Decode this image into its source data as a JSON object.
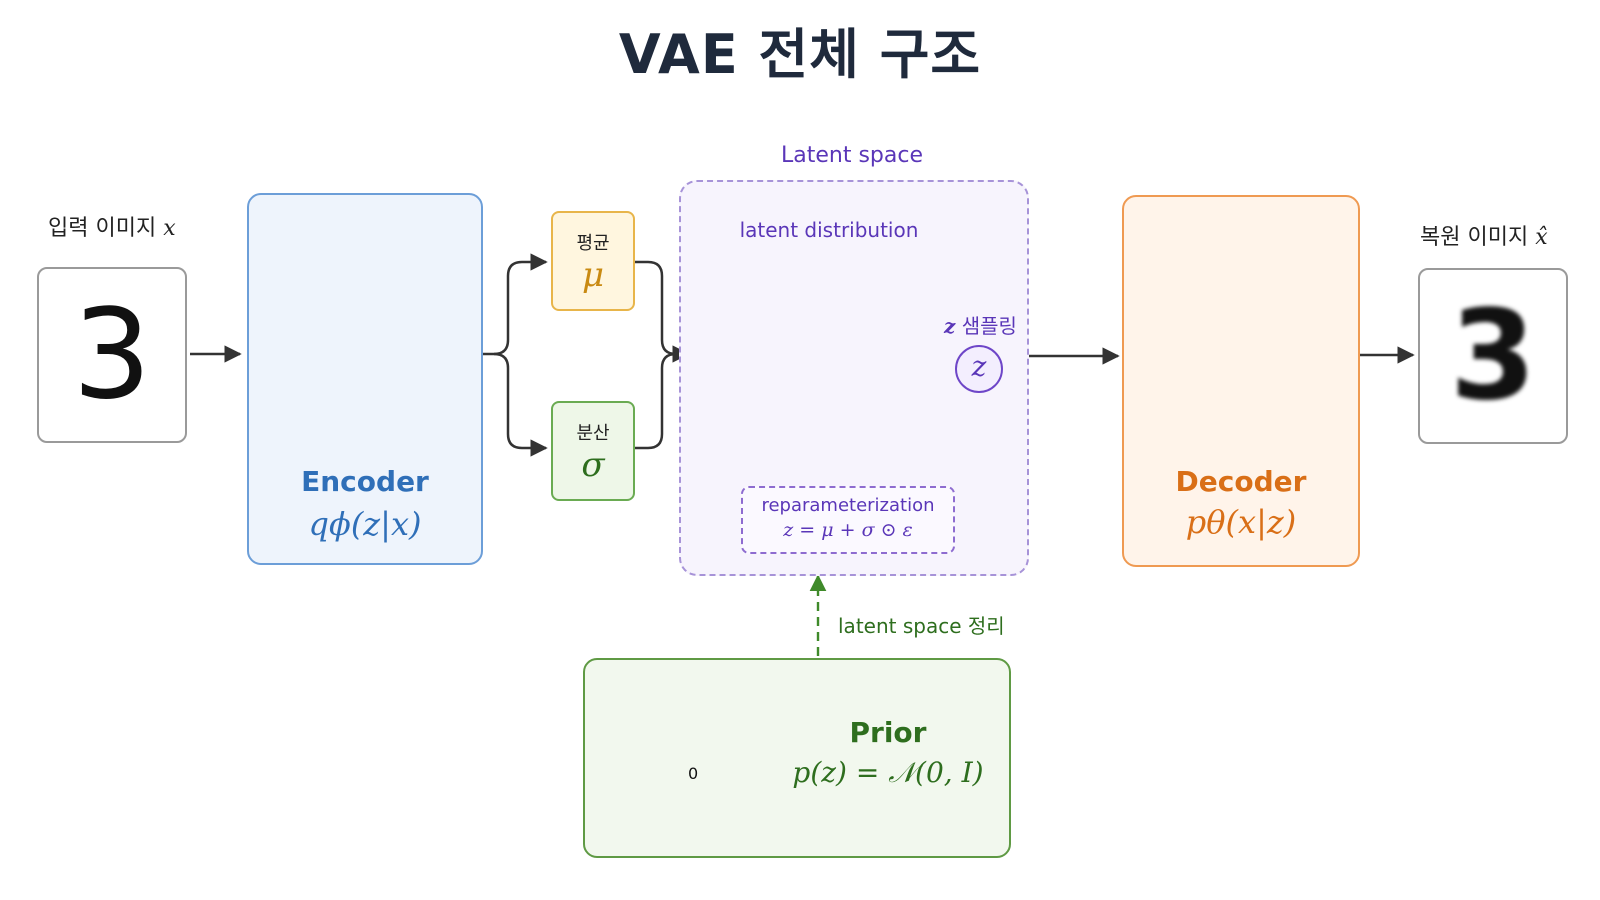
{
  "title": "VAE 전체 구조",
  "input": {
    "label": "입력 이미지",
    "var": "x",
    "digit": "3"
  },
  "output": {
    "label": "복원 이미지",
    "var": "x̂",
    "digit": "3"
  },
  "encoder": {
    "name": "Encoder",
    "formula": "qϕ(z|x)"
  },
  "decoder": {
    "name": "Decoder",
    "formula": "pθ(x|z)"
  },
  "mean": {
    "label": "평균",
    "symbol": "μ"
  },
  "variance": {
    "label": "분산",
    "symbol": "σ"
  },
  "latent": {
    "title": "Latent space",
    "distribution_label": "latent distribution",
    "sampling_var": "z",
    "sampling_label": "샘플링",
    "z_symbol": "z",
    "reparam_title": "reparameterization",
    "reparam_formula": "z = μ + σ ⊙ ε"
  },
  "regularize_label": "latent space 정리",
  "prior": {
    "name": "Prior",
    "formula": "p(z) = 𝒩(0, I)",
    "origin": "0"
  },
  "colors": {
    "encoder": "#6c9ed8",
    "decoder": "#ef9a52",
    "mean": "#e8b54a",
    "variance": "#6aab52",
    "latent": "#7a52d0",
    "prior": "#5f9a44",
    "text_dark": "#1f2a3c"
  }
}
